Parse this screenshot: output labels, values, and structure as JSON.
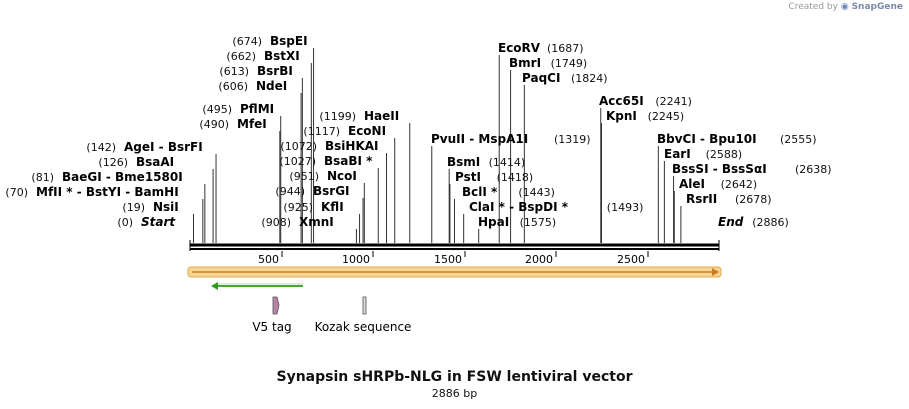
{
  "credit": {
    "prefix": "Created by",
    "brand": "SnapGene"
  },
  "map": {
    "title": "Synapsin sHRPb-NLG in FSW lentiviral vector",
    "length_label": "2886 bp",
    "total_bp": 2886,
    "ruler_ticks": [
      "500",
      "1000",
      "1500",
      "2000",
      "2500"
    ],
    "colors": {
      "backbone": "#000000",
      "orf_fill": "#f7c45a",
      "orf_border": "#c87d1e",
      "feature_arrow": "#2e9a1a",
      "v5_fill": "#b980a8"
    }
  },
  "sites": [
    {
      "name": "Start",
      "pos": "(0)",
      "bp": 0,
      "italic": true
    },
    {
      "name": "NsiI",
      "pos": "(19)",
      "bp": 19
    },
    {
      "name": "MfII *",
      "name2": "BstYI",
      "name3": "BamHI",
      "pos": "(70)",
      "bp": 70
    },
    {
      "name": "BaeGI",
      "name2": "Bme1580I",
      "pos": "(81)",
      "bp": 81
    },
    {
      "name": "BsaAI",
      "pos": "(126)",
      "bp": 126
    },
    {
      "name": "AgeI",
      "name2": "BsrFI",
      "pos": "(142)",
      "bp": 142
    },
    {
      "name": "MfeI",
      "pos": "(490)",
      "bp": 490
    },
    {
      "name": "PflMI",
      "pos": "(495)",
      "bp": 495
    },
    {
      "name": "NdeI",
      "pos": "(606)",
      "bp": 606
    },
    {
      "name": "BsrBI",
      "pos": "(613)",
      "bp": 613
    },
    {
      "name": "BstXI",
      "pos": "(662)",
      "bp": 662
    },
    {
      "name": "BspEI",
      "pos": "(674)",
      "bp": 674
    },
    {
      "name": "XmnI",
      "pos": "(908)",
      "bp": 908
    },
    {
      "name": "KflI",
      "pos": "(925)",
      "bp": 925
    },
    {
      "name": "BsrGI",
      "pos": "(944)",
      "bp": 944
    },
    {
      "name": "NcoI",
      "pos": "(951)",
      "bp": 951
    },
    {
      "name": "BsaBI *",
      "pos": "(1027)",
      "bp": 1027
    },
    {
      "name": "BsiHKAI",
      "pos": "(1072)",
      "bp": 1072
    },
    {
      "name": "EcoNI",
      "pos": "(1117)",
      "bp": 1117
    },
    {
      "name": "HaeII",
      "pos": "(1199)",
      "bp": 1199
    },
    {
      "name": "PvuII",
      "name2": "MspA1I",
      "pos": "(1319)",
      "bp": 1319
    },
    {
      "name": "BsmI",
      "pos": "(1414)",
      "bp": 1414
    },
    {
      "name": "PstI",
      "pos": "(1418)",
      "bp": 1418
    },
    {
      "name": "BclI *",
      "pos": "(1443)",
      "bp": 1443
    },
    {
      "name": "ClaI *",
      "name2": "BspDI *",
      "pos": "(1493)",
      "bp": 1493
    },
    {
      "name": "HpaI",
      "pos": "(1575)",
      "bp": 1575
    },
    {
      "name": "EcoRV",
      "pos": "(1687)",
      "bp": 1687
    },
    {
      "name": "BmrI",
      "pos": "(1749)",
      "bp": 1749
    },
    {
      "name": "PaqCI",
      "pos": "(1824)",
      "bp": 1824
    },
    {
      "name": "Acc65I",
      "pos": "(2241)",
      "bp": 2241
    },
    {
      "name": "KpnI",
      "pos": "(2245)",
      "bp": 2245
    },
    {
      "name": "BbvCI",
      "name2": "Bpu10I",
      "pos": "(2555)",
      "bp": 2555
    },
    {
      "name": "EarI",
      "pos": "(2588)",
      "bp": 2588
    },
    {
      "name": "BssSI",
      "name2": "BssSαI",
      "pos": "(2638)",
      "bp": 2638
    },
    {
      "name": "AleI",
      "pos": "(2642)",
      "bp": 2642
    },
    {
      "name": "RsrII",
      "pos": "(2678)",
      "bp": 2678
    },
    {
      "name": "End",
      "pos": "(2886)",
      "bp": 2886,
      "italic": true
    }
  ],
  "features": [
    {
      "label": "V5 tag"
    },
    {
      "label": "Kozak sequence"
    }
  ]
}
